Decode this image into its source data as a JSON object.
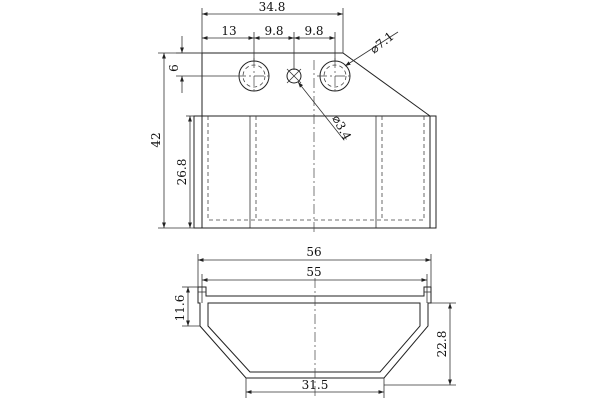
{
  "dimensions": {
    "top_width": "34.8",
    "left_offset": "13",
    "pitch_1": "9.8",
    "pitch_2": "9.8",
    "hole_height": "6",
    "large_hole_dia": "⌀7.1",
    "small_hole_dia": "⌀3.4",
    "total_height": "42",
    "body_height": "26.8",
    "outer_width": "56",
    "inner_width": "55",
    "lip_height": "11.6",
    "section_height": "22.8",
    "bottom_width": "31.5"
  },
  "colors": {
    "line": "#222222",
    "background": "#ffffff"
  }
}
